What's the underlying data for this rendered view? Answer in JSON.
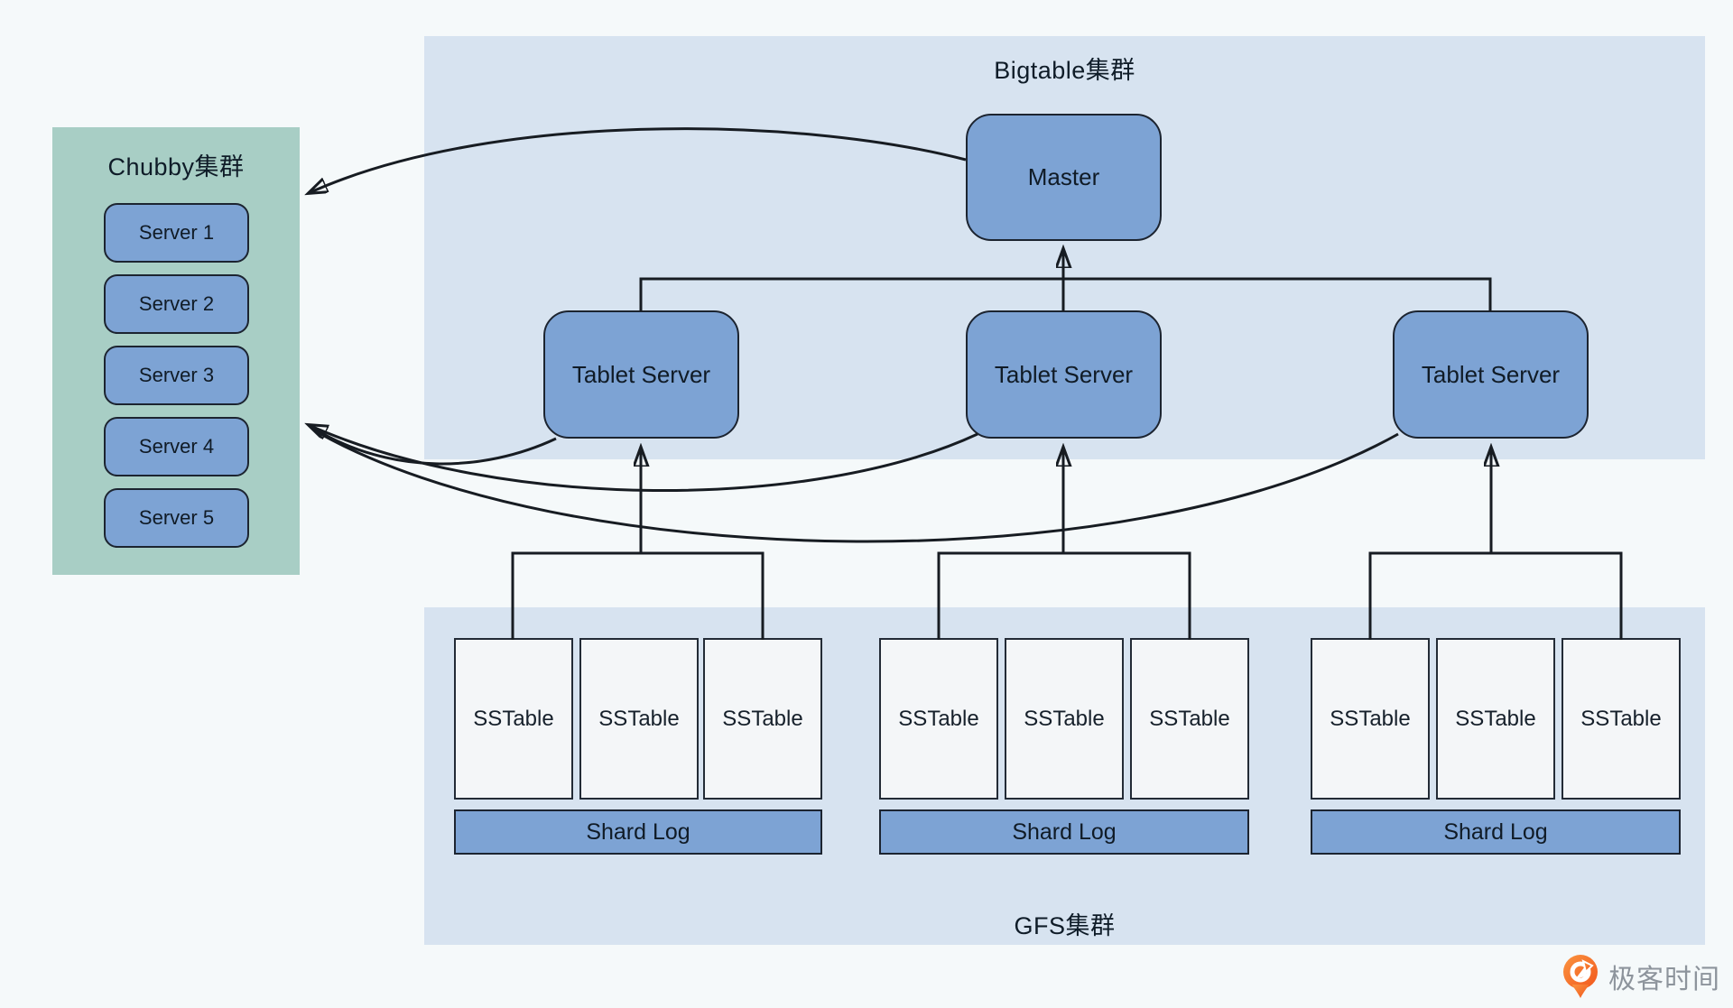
{
  "chubby": {
    "title": "Chubby集群",
    "servers": [
      "Server 1",
      "Server 2",
      "Server 3",
      "Server 4",
      "Server 5"
    ]
  },
  "bigtable": {
    "title": "Bigtable集群",
    "master_label": "Master",
    "tablet_servers": [
      "Tablet Server",
      "Tablet Server",
      "Tablet Server"
    ]
  },
  "gfs": {
    "title": "GFS集群",
    "groups": [
      {
        "sstables": [
          "SSTable",
          "SSTable",
          "SSTable"
        ],
        "shard_log": "Shard Log"
      },
      {
        "sstables": [
          "SSTable",
          "SSTable",
          "SSTable"
        ],
        "shard_log": "Shard Log"
      },
      {
        "sstables": [
          "SSTable",
          "SSTable",
          "SSTable"
        ],
        "shard_log": "Shard Log"
      }
    ]
  },
  "watermark": {
    "brand": "极客时间"
  },
  "colors": {
    "page_background": "#f5f9fa",
    "chubby_panel": "#a8cec5",
    "cluster_panel": "#d7e3f0",
    "node_fill": "#7da3d4",
    "sstable_fill": "#f4f6f8",
    "edge": "#171c22",
    "text": "#111c26",
    "brand_orange": "#f2641f",
    "brand_text": "#8d949c"
  }
}
